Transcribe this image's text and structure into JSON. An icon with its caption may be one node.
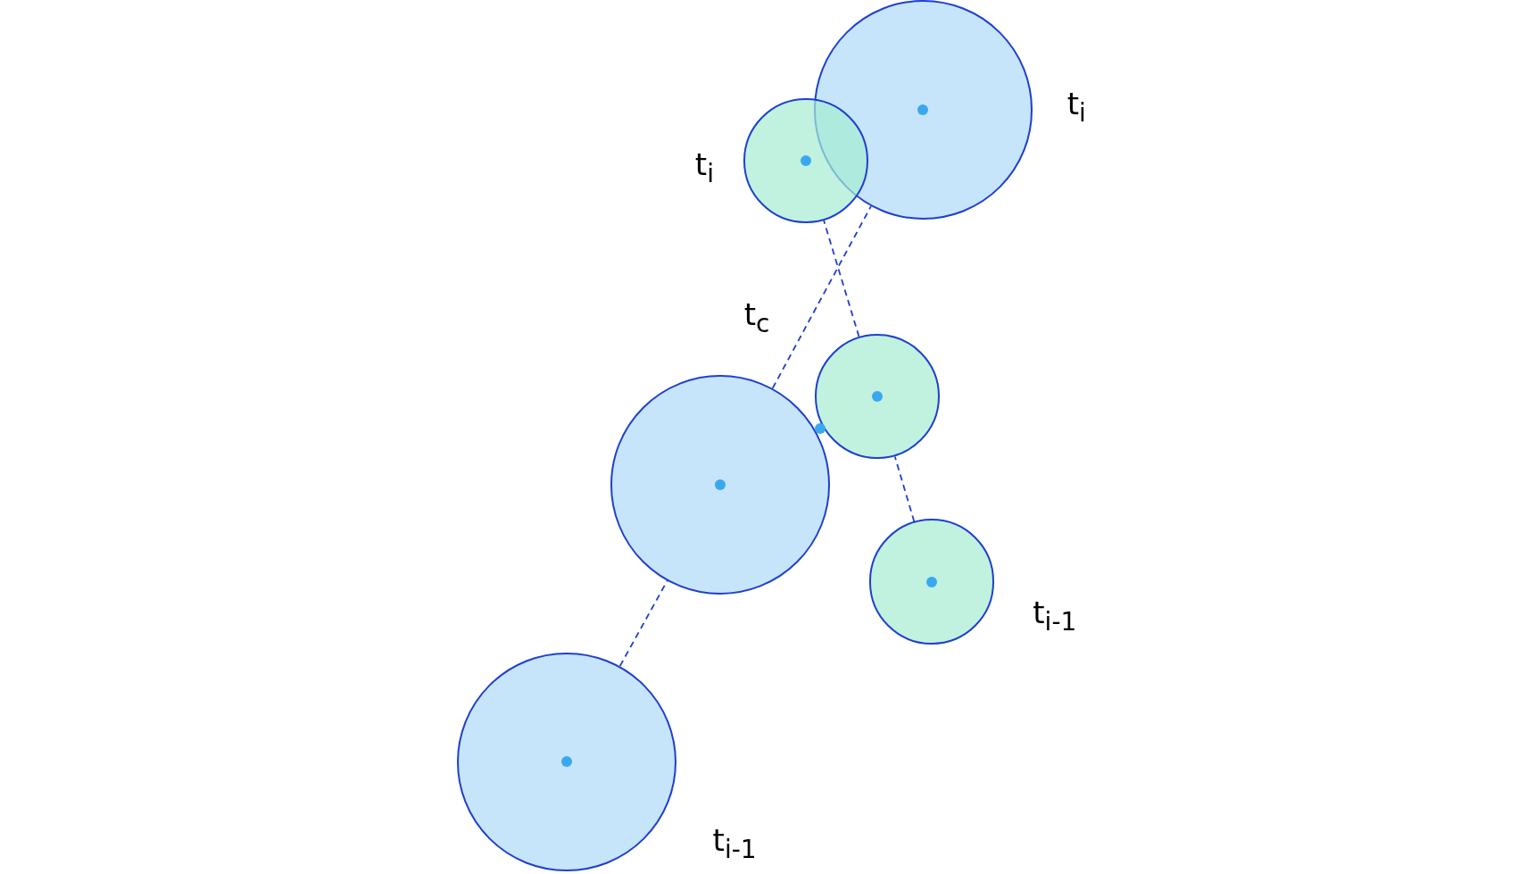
{
  "diagram": {
    "nodes": [
      {
        "text": [],
        "shape": "circle",
        "beside": [
          "t$_{i}$"
        ]
      },
      {
        "text": [],
        "shape": "circle",
        "beside": [
          "t$_{i}$"
        ]
      },
      {
        "text": [],
        "shape": "circle"
      },
      {
        "text": [],
        "shape": "circle"
      },
      {
        "text": [],
        "shape": "circle",
        "beside": [
          "t$_{i-1}$"
        ]
      },
      {
        "text": [],
        "shape": "circle",
        "beside": [
          "t$_{i-1}$"
        ]
      }
    ],
    "edges": [
      {
        "from": 5,
        "to": 3,
        "arrow": "none",
        "style": "dashed"
      },
      {
        "from": 3,
        "to": 0,
        "arrow": "none",
        "style": "dashed"
      },
      {
        "from": 4,
        "to": 2,
        "arrow": "none",
        "style": "dashed"
      },
      {
        "from": 2,
        "to": 1,
        "arrow": "none",
        "style": "dashed"
      }
    ],
    "labels": [
      "t$_{c}$"
    ]
  }
}
